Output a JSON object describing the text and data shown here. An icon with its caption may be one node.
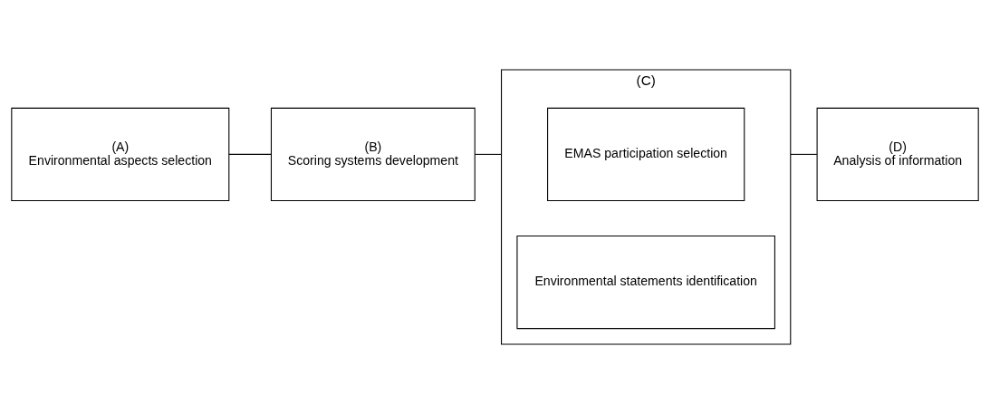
{
  "diagram": {
    "nodes": [
      {
        "text": [
          "(A)",
          "Environmental aspects selection"
        ]
      },
      {
        "text": [
          "(B)",
          "Scoring systems development"
        ]
      },
      {
        "text": [
          "(C)"
        ]
      },
      {
        "text": [
          "EMAS participation selection"
        ],
        "in": 2
      },
      {
        "text": [
          "Environmental statements identification"
        ],
        "in": 2
      },
      {
        "text": [
          "(D)",
          "Analysis of information"
        ]
      }
    ],
    "edges": [
      {
        "from": 0,
        "to": 1,
        "arrow": "none"
      },
      {
        "from": 1,
        "to": 2,
        "arrow": "none"
      },
      {
        "from": 2,
        "to": 5,
        "arrow": "none"
      }
    ]
  }
}
